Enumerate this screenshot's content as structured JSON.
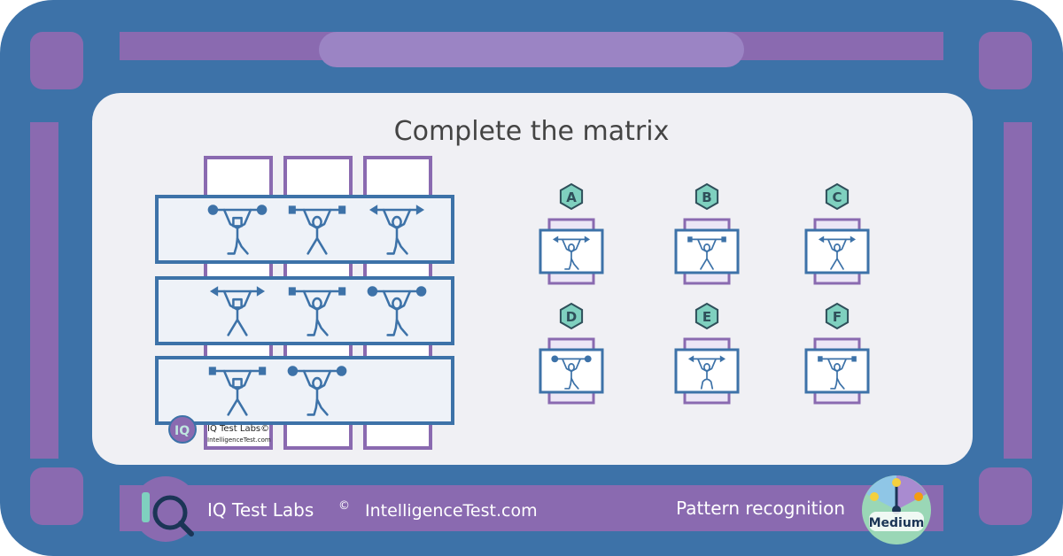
{
  "title": "Complete the matrix",
  "options": [
    {
      "letter": "A",
      "bar": "arrows",
      "legs": "bent"
    },
    {
      "letter": "B",
      "bar": "squares",
      "legs": "straight"
    },
    {
      "letter": "C",
      "bar": "arrows",
      "legs": "straight"
    },
    {
      "letter": "D",
      "bar": "circles",
      "legs": "bent"
    },
    {
      "letter": "E",
      "bar": "arrows",
      "legs": "arch"
    },
    {
      "letter": "F",
      "bar": "squares",
      "legs": "bent"
    }
  ],
  "matrix": [
    [
      {
        "bar": "circles",
        "legs": "bent",
        "body": "square"
      },
      {
        "bar": "squares",
        "legs": "straight",
        "body": "circle"
      },
      {
        "bar": "arrows",
        "legs": "bent",
        "body": "circle"
      }
    ],
    [
      {
        "bar": "arrows",
        "legs": "straight",
        "body": "square"
      },
      {
        "bar": "squares",
        "legs": "bent",
        "body": "circle"
      },
      {
        "bar": "circles",
        "legs": "bent",
        "body": "circle"
      }
    ],
    [
      {
        "bar": "squares",
        "legs": "straight",
        "body": "square"
      },
      {
        "bar": "circles",
        "legs": "bent",
        "body": "circle"
      },
      null
    ]
  ],
  "watermark": {
    "name": "IQ Test Labs©",
    "site": "IntelligenceTest.com"
  },
  "footer": {
    "brand": "IQ Test Labs",
    "copyright": "©",
    "site": "IntelligenceTest.com",
    "category": "Pattern recognition",
    "difficulty": "Medium"
  },
  "colors": {
    "frame": "#3d72a8",
    "purple": "#8a6ab0",
    "panel": "#f0f0f4",
    "figure": "#3d72a8",
    "badge": "#7fd0bf",
    "gaugeGreen": "#9ad7b6",
    "gaugeBlue": "#3d72a8"
  }
}
